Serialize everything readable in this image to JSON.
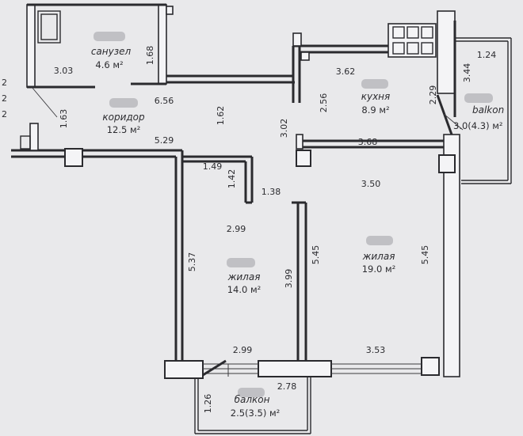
{
  "rooms": {
    "bathroom": {
      "name": "санузел",
      "area": "4.6 м²"
    },
    "corridor": {
      "name": "коридор",
      "area": "12.5 м²"
    },
    "kitchen": {
      "name": "кухня",
      "area": "8.9 м²"
    },
    "balcony_top": {
      "name": "balkon",
      "area": "3.0(4.3) м²"
    },
    "living_left": {
      "name": "жилая",
      "area": "14.0 м²"
    },
    "living_right": {
      "name": "жилая",
      "area": "19.0 м²"
    },
    "balcony_bottom": {
      "name": "балкон",
      "area": "2.5(3.5) м²"
    }
  },
  "dims": {
    "d303": "3.03",
    "d168": "1.68",
    "d163": "1.63",
    "d656": "6.56",
    "d162": "1.62",
    "d529": "5.29",
    "d362": "3.62",
    "d256": "2.56",
    "d302": "3.02",
    "d229": "2.29",
    "d344": "3.44",
    "d124": "1.24",
    "d368": "3.68",
    "d149": "1.49",
    "d142": "1.42",
    "d138": "1.38",
    "d350": "3.50",
    "d299a": "2.99",
    "d537": "5.37",
    "d545a": "5.45",
    "d545b": "5.45",
    "d399": "3.99",
    "d299b": "2.99",
    "d353": "3.53",
    "d278": "2.78",
    "d126": "1.26"
  },
  "edge_marks": [
    "2",
    "2",
    "2"
  ]
}
